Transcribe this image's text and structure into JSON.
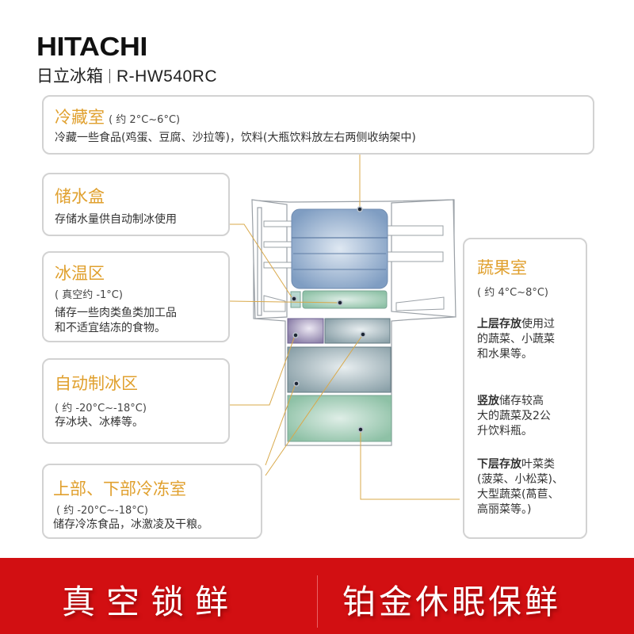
{
  "header": {
    "brand": "HITACHI",
    "product": "日立冰箱",
    "model": "R-HW540RC"
  },
  "zones": {
    "fridge": {
      "title": "冷藏室",
      "temp": "( 约 2°C~6°C)",
      "desc": "冷藏一些食品(鸡蛋、豆腐、沙拉等)，饮料(大瓶饮料放左右两侧收纳架中)"
    },
    "water_tank": {
      "title": "储水盒",
      "desc": "存储水量供自动制冰使用"
    },
    "chill": {
      "title": "冰温区",
      "temp": "( 真空约 -1°C)",
      "desc_line1": "储存一些肉类鱼类加工品",
      "desc_line2": "和不适宜结冻的食物。"
    },
    "ice_maker": {
      "title": "自动制冰区",
      "temp": "( 约 -20°C~-18°C)",
      "desc": "存冰块、冰棒等。"
    },
    "freezer": {
      "title": "上部、下部冷冻室",
      "temp": "( 约 -20°C~-18°C)",
      "desc": "储存冷冻食品，冰激凌及干粮。"
    },
    "vegetable": {
      "title": "蔬果室",
      "temp": "( 约 4°C~8°C)",
      "p1_bold": "上层存放",
      "p1_rest_line1": "使用过",
      "p1_line2": "的蔬菜、小蔬菜",
      "p1_line3": "和水果等。",
      "p2_bold": "竖放",
      "p2_rest_line1": "储存较高",
      "p2_line2": "大的蔬菜及2公",
      "p2_line3": "升饮料瓶。",
      "p3_bold": "下层存放",
      "p3_rest_line1": "叶菜类",
      "p3_line2": "(菠菜、小松菜)、",
      "p3_line3": "大型蔬菜(萵苣、",
      "p3_line4": "高丽菜等。)"
    }
  },
  "banner": {
    "left": "真空锁鲜",
    "right": "铂金休眠保鲜",
    "color": "#d20f12"
  },
  "colors": {
    "accent": "#e0a02e",
    "leader_line": "#d9a94a",
    "card_border": "#d2d2d2"
  }
}
